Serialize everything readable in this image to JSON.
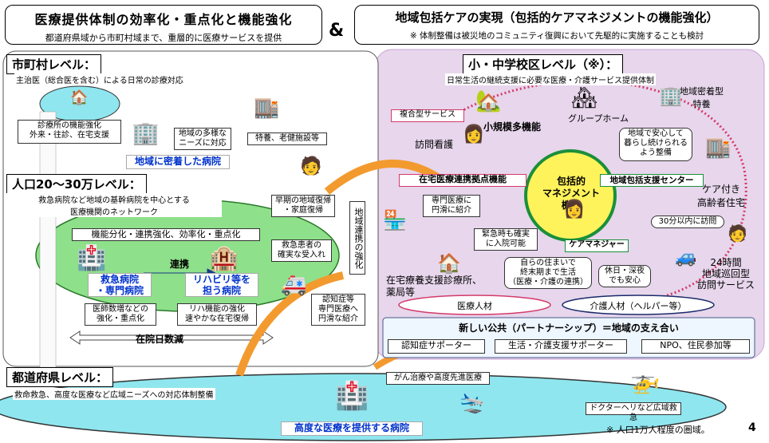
{
  "header": {
    "left_title": "医療提供体制の効率化・重点化と機能強化",
    "left_subtitle": "都道府県域から市町村域まで、重層的に医療サービスを提供",
    "ampersand": "&",
    "right_title": "地域包括ケアの実現（包括的ケアマネジメントの機能強化）",
    "right_subtitle": "※ 体制整備は被災地のコミュニティ復興において先駆的に実施することも検討"
  },
  "municipal": {
    "heading": "市町村レベル：",
    "subtitle": "主治医（総合医を含む）による日常の診療対応",
    "clinic_box": "診療所の機能強化\n外来・往診、在宅支援",
    "hospital_note": "地域の多様な\nニーズに対応",
    "local_hospital": "地域に密着した病院",
    "special_nursing": "特養、老健施設等"
  },
  "regional": {
    "heading": "人口20～30万レベル：",
    "subtitle": "救急病院など地域の基幹病院を中心とする\n医療機関のネットワーク",
    "function_bar": "機能分化・連携強化、効率化・重点化",
    "cooperation": "連携",
    "emergency_hospital": "救急病院\n・専門病院",
    "rehab_hospital": "リハビリ等を\n担う病院",
    "doctor_box": "医師数増などの\n強化・重点化",
    "rehab_box": "リハ機能の強化\n速やかな在宅復帰",
    "stay_reduction": "在院日数減",
    "early_return": "早期の地域復帰\n・家庭復帰",
    "emergency_accept": "救急患者の\n確実な受入れ",
    "community_link": "地域連携の強化",
    "dementia_box": "認知症等\n専門医療へ\n円滑な紹介"
  },
  "prefecture": {
    "heading": "都道府県レベル：",
    "subtitle": "救命救急、高度な医療など広域ニーズへの対応体制整備",
    "cancer": "がん治療や高度先進医療",
    "doctor_heli": "ドクターヘリなど広域救急",
    "advanced_hospital": "高度な医療を提供する病院",
    "footnote": "※ 人口1万人程度の圏域。",
    "page_number": "4"
  },
  "school_district": {
    "heading": "小・中学校区レベル（※）：",
    "subtitle": "日常生活の継続支援に必要な医療・介護サービス提供体制",
    "complex_service": "複合型サービス",
    "small_multi": "小規模多機能",
    "group_home": "グループホーム",
    "community_nursing": "地域密着型\n特養",
    "visit_nursing": "訪問看護",
    "live_safely": "地域で安心して\n暮らし続けられる\nよう整備",
    "care_housing": "ケア付き\n高齢者住宅",
    "home_med_center": "在宅医療連携拠点機能",
    "comprehensive_mgmt": "包括的\nマネジメント\n機能",
    "comm_support_center": "地域包括支援センター",
    "care_manager": "ケアマネジャー",
    "thirty_min": "30分以内に訪問",
    "specialist_referral": "専門医療に\n円滑に紹介",
    "emergency_admit": "緊急時も確実\nに入院可能",
    "end_of_life": "自らの住まいで\n終末期まで生活\n（医療・介護の連携）",
    "holiday_night": "休日・深夜\nでも安心",
    "visit_service": "24時間\n地域巡回型\n訪問サービス",
    "home_clinic": "在宅療養支援診療所、\n薬局等",
    "medical_staff": "医療人材",
    "care_staff": "介護人材（ヘルパー等）"
  },
  "new_public": {
    "title": "新しい公共（パートナーシップ）＝地域の支え合い",
    "items": [
      "認知症サポーター",
      "生活・介護支援サポーター",
      "NPO、住民参加等"
    ]
  },
  "colors": {
    "pink_area": "#e7d6ec",
    "pink_border": "#d43a6a",
    "green_oval": "#8ee08a",
    "blue_oval": "#8fe6ef",
    "blue_text": "#0033cc",
    "orange_arrow": "#f39a2e",
    "yellow_circle": "#fff35c"
  }
}
